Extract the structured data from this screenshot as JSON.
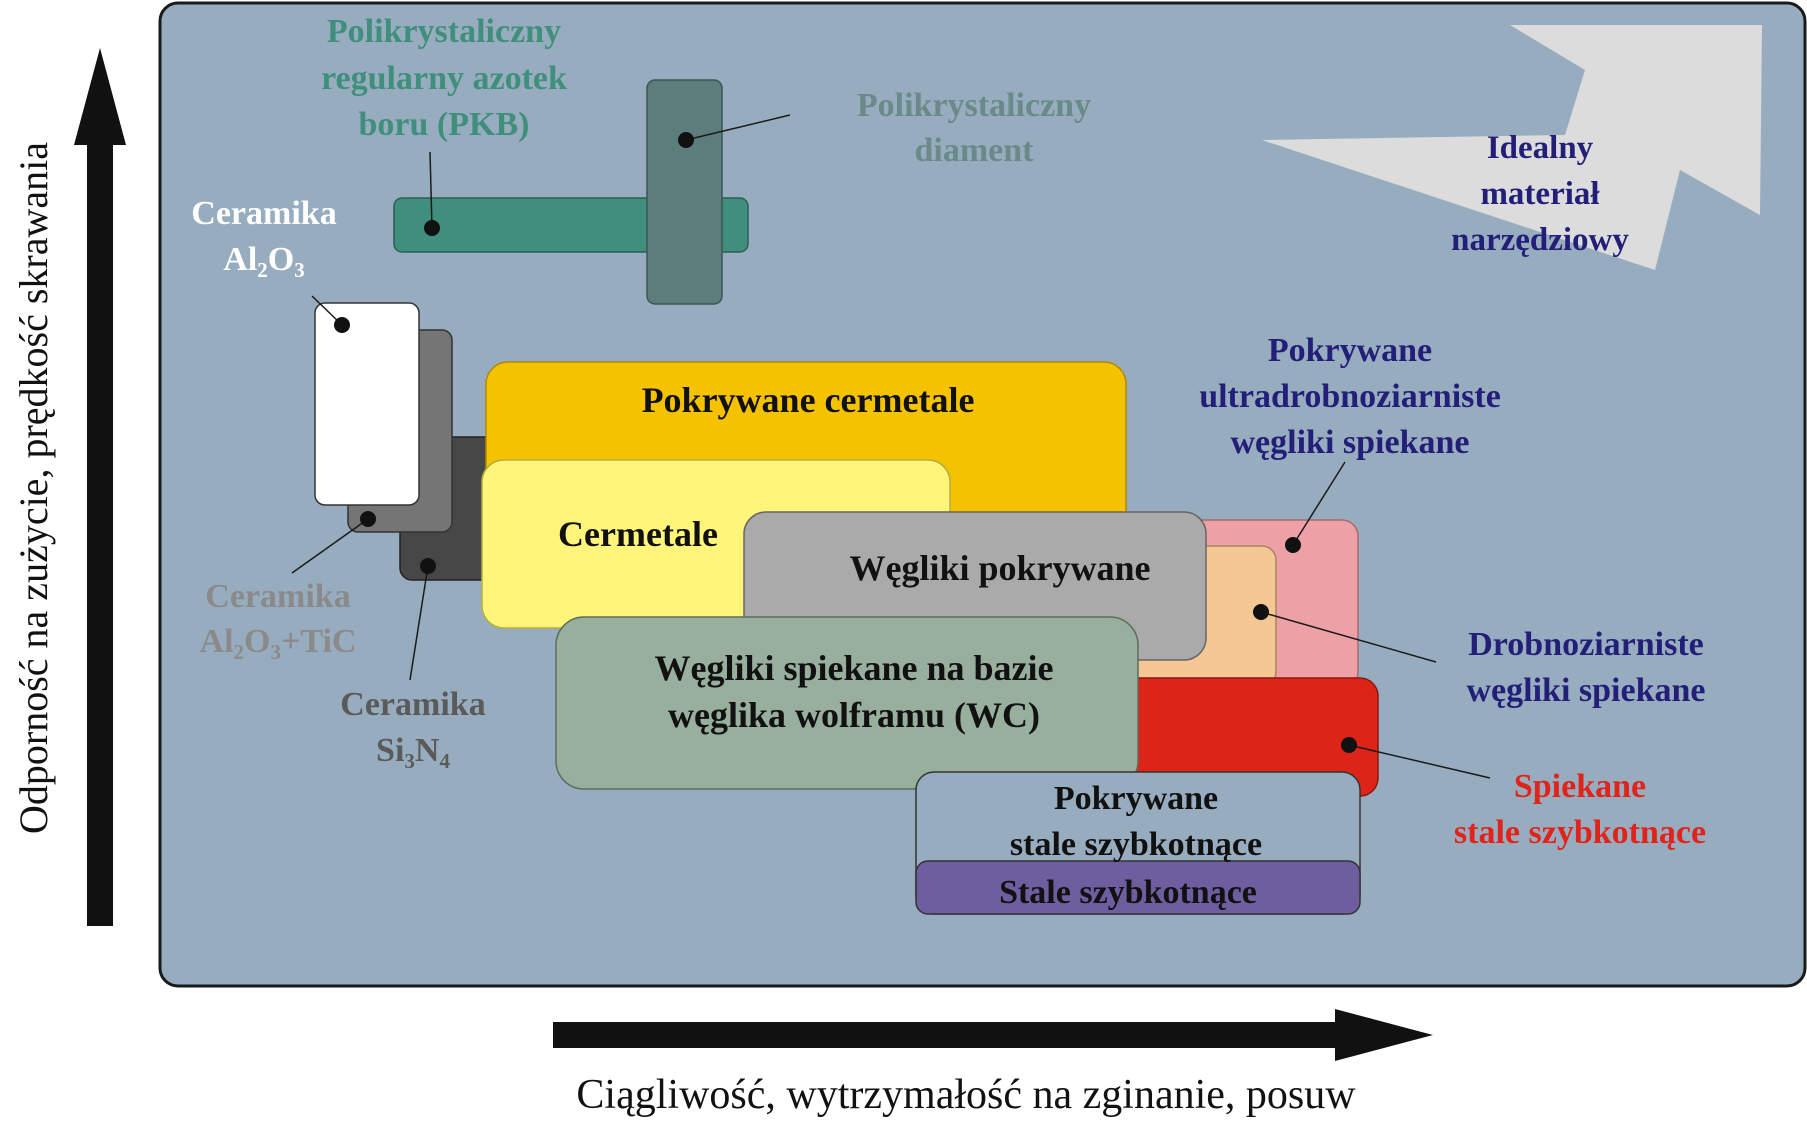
{
  "axes": {
    "y_label": "Odporność na zużycie, prędkość skrawania",
    "x_label": "Ciągliwość, wytrzymałość na zginanie, posuw"
  },
  "ideal": {
    "line1": "Idealny",
    "line2": "materiał",
    "line3": "narzędziowy"
  },
  "pkb": {
    "line1": "Polikrystaliczny",
    "line2": "regularny azotek",
    "line3": "boru (PKB)"
  },
  "diamond": {
    "line1": "Polikrystaliczny",
    "line2": "diament"
  },
  "ceramics": {
    "al2o3": {
      "word": "Ceramika",
      "formula": "Al₂O₃",
      "prefix": "Al",
      "sub1": "2",
      "mid": "O",
      "sub2": "3"
    },
    "al2o3tic": {
      "word": "Ceramika",
      "formula": "Al₂O₃+TiC",
      "prefix": "Al",
      "sub1": "2",
      "mid": "O",
      "sub2": "3",
      "suffix": "+TiC"
    },
    "si3n4": {
      "word": "Ceramika",
      "formula": "Si₃N₄",
      "prefix": "Si",
      "sub1": "3",
      "mid": "N",
      "sub2": "4"
    }
  },
  "boxes": {
    "coated_cermets": "Pokrywane cermetale",
    "cermets": "Cermetale",
    "coated_carbides": "Węgliki pokrywane",
    "wc_line1": "Węgliki spiekane na bazie",
    "wc_line2": "węglika wolframu (WC)",
    "coated_hss_line1": "Pokrywane",
    "coated_hss_line2": "stale szybkotnące",
    "hss": "Stale szybkotnące"
  },
  "side_labels": {
    "ultrafine_line1": "Pokrywane",
    "ultrafine_line2": "ultradrobnoziarniste",
    "ultrafine_line3": "węgliki spiekane",
    "fine_line1": "Drobnoziarniste",
    "fine_line2": "węgliki spiekane",
    "sintered_line1": "Spiekane",
    "sintered_line2": "stale szybkotnące"
  },
  "colors": {
    "panel": "#97adbf",
    "pkb": "#3f8f7c",
    "diamond": "#5c7d7c",
    "coated_cermets": "#f5c200",
    "cermets": "#fff57a",
    "coated_carbides": "#aaaaaa",
    "ultrafine": "#eda1a6",
    "fine": "#f4c795",
    "sintered_hss": "#dc2418",
    "wc": "#97af9c",
    "coated_hss": "#97adbf",
    "hss": "#6e5ea0",
    "ideal_arrow": "#dcdcdc",
    "navy_text": "#231e78",
    "red_text": "#e0231b",
    "grey_text": "#8a8a8a",
    "teal_text": "#3f8f7c",
    "diamond_text": "#6a8a8a"
  }
}
